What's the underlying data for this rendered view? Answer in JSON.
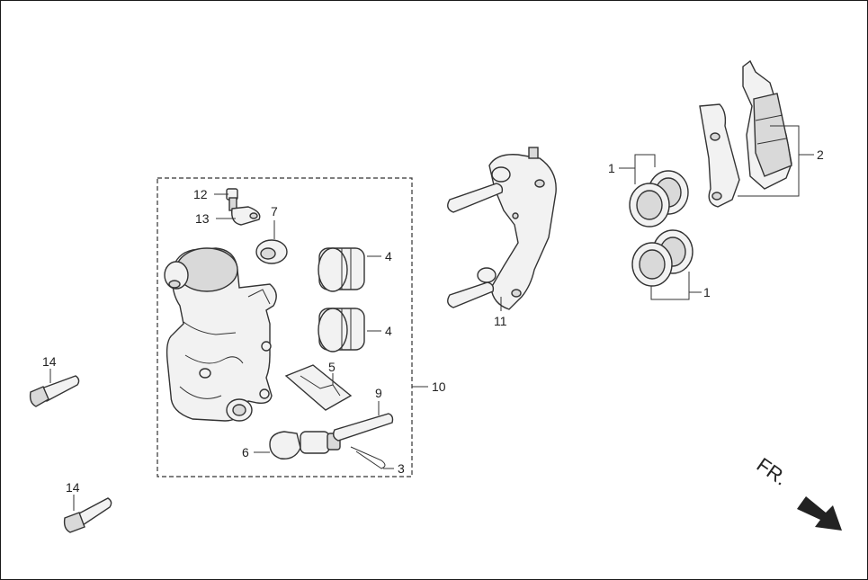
{
  "callouts": {
    "c1a": "1",
    "c1b": "1",
    "c2": "2",
    "c3": "3",
    "c4a": "4",
    "c4b": "4",
    "c5": "5",
    "c6": "6",
    "c7": "7",
    "c9": "9",
    "c10": "10",
    "c11": "11",
    "c12": "12",
    "c13": "13",
    "c14a": "14",
    "c14b": "14"
  },
  "direction_label": "FR."
}
